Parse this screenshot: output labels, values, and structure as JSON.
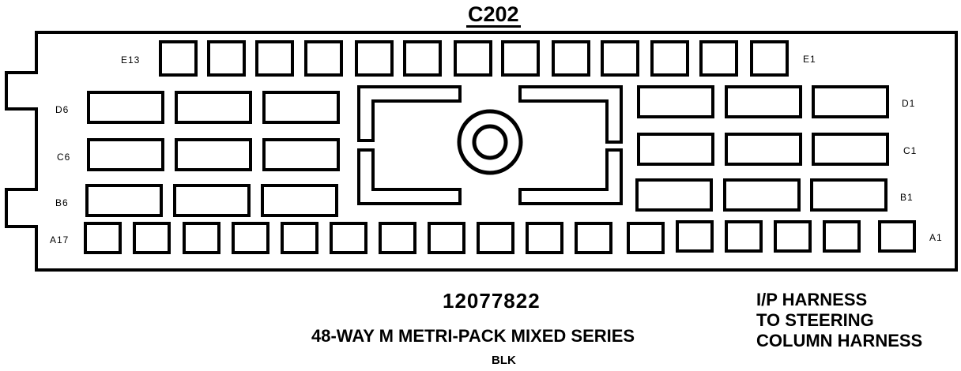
{
  "connector": {
    "id": "C202",
    "part_number": "12077822",
    "description": "48-WAY M METRI-PACK MIXED SERIES",
    "color": "BLK",
    "harness_lines": [
      "I/P HARNESS",
      "TO STEERING",
      "COLUMN HARNESS"
    ]
  },
  "row_labels": {
    "e_left": "E13",
    "e_right": "E1",
    "d_left": "D6",
    "d_right": "D1",
    "c_left": "C6",
    "c_right": "C1",
    "b_left": "B6",
    "b_right": "B1",
    "a_left": "A17",
    "a_right": "A1"
  },
  "cavity_counts": {
    "row_e": 13,
    "row_d": 6,
    "row_c": 6,
    "row_b": 6,
    "row_a": 17
  }
}
